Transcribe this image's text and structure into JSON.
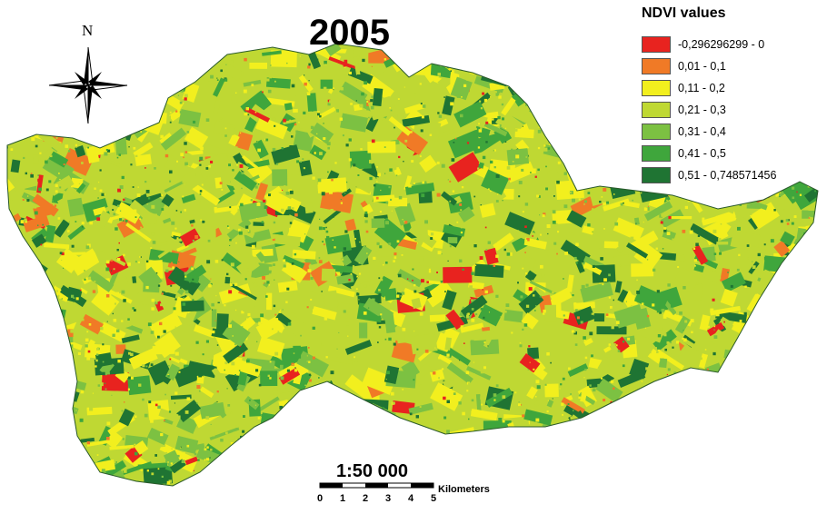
{
  "map": {
    "title": "2005",
    "scale_text": "1:50 000",
    "north_label": "N",
    "legend": {
      "title": "NDVI values",
      "items": [
        {
          "label": "-0,296296299 - 0",
          "color": "#e8231f"
        },
        {
          "label": "0,01 - 0,1",
          "color": "#f07a26"
        },
        {
          "label": "0,11 - 0,2",
          "color": "#f2ef1e"
        },
        {
          "label": "0,21 - 0,3",
          "color": "#bfd833"
        },
        {
          "label": "0,31 - 0,4",
          "color": "#7cc142"
        },
        {
          "label": "0,41 - 0,5",
          "color": "#3fa63c"
        },
        {
          "label": "0,51 - 0,748571456",
          "color": "#1f7433"
        }
      ]
    },
    "scalebar": {
      "unit": "Kilometers",
      "ticks": [
        "0",
        "1",
        "2",
        "3",
        "4",
        "5"
      ]
    }
  }
}
